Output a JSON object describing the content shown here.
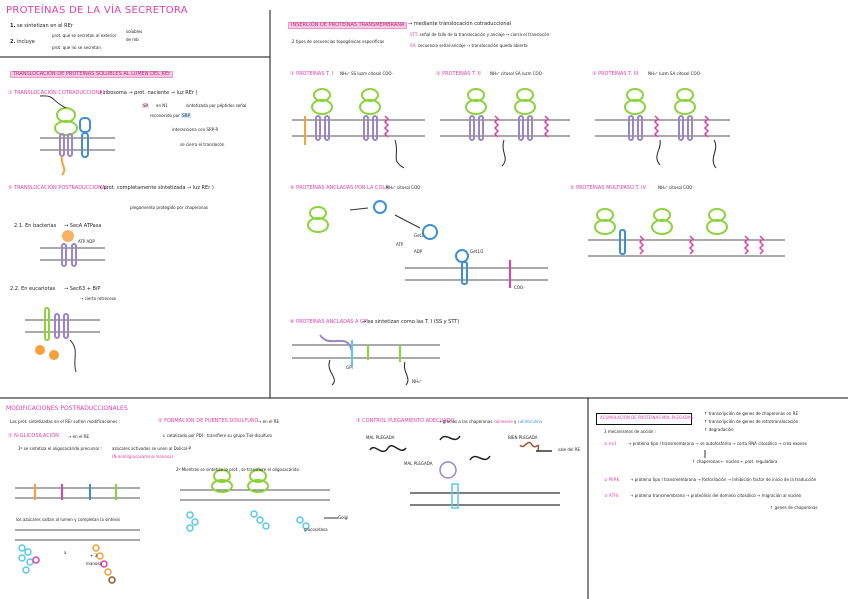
{
  "header": {
    "title": "PROTEÍNAS DE LA VÍA SECRETORA",
    "item1_num": "1.",
    "item1": "se sintetizan en el REr",
    "item2_num": "2.",
    "item2": "incluye",
    "branch_a": "prot. que se secretan al exterior",
    "branch_b": "prot. que no se secretan",
    "branch_right1": "solubles",
    "branch_right2": "de mb"
  },
  "trans": {
    "heading": "TRANSLOCACIÓN DE PROTEÍNAS SOLUBLES AL LUMEN DEL REr",
    "co_title": "① TRANSLOCACIÓN COTRADUCCIONAL",
    "co_note": "( ribosoma → prot. naciente → luz REr )",
    "co_pep": "SP",
    "co_en": "en N1",
    "co_recon": "reconocido por",
    "co_srp": "SRP",
    "co_sintetiz": "sintetizada por péptidos señal",
    "co_interact": "interacciona con SRP-R",
    "co_cierre": "se cierra el translocón",
    "post_title": "② TRANSLOCACIÓN POSTRADUCCIONAL",
    "post_note": "( prot. completamente sintetizada → luz REr )",
    "post_plegam": "plegamiento protegido por chaperonas",
    "bact_title": "2.1. En bacterias",
    "bact_secA": "→ SecA ATPasa",
    "bact_label": "ATP  ADP",
    "euc_title": "2.2. En eucariotas",
    "euc_sec": "→ Sec63 + BiP",
    "euc_ratchet": "→ cierto retroceso"
  },
  "insert": {
    "heading": "INSERCIÓN DE PROTEÍNAS TRANSMEMBRANA",
    "heading_tail": "→ mediante translocación cotraduccional",
    "stt": "STT",
    "stt_text": ": señal de fallo de la translocación y anclaje → cierra el translocón",
    "tipos": "2 tipos de secuencias topogénicas específicas",
    "sa": "SA",
    "sa_text": ": secuencia señal-anclaje → translocación queda abierta",
    "p1": "① PROTEÍNAS T. I",
    "p2": "② PROTEÍNAS T. II",
    "p3": "③ PROTEÍNAS T. III",
    "p4": "④ PROTEÍNAS ANCLADAS POR LA COLA",
    "p5": "⑤ PROTEÍNAS MULTIPASO T. IV",
    "p6": "⑥ PROTEÍNAS ANCLADAS A GPI",
    "p6_text": "→ se sintetizan como las T. I (SS y STT)",
    "seq1": "NH₃⁺  SS  luzm  citosol  COO⁻",
    "seq2": "NH₃⁺  citosol  SA  luzm  COO⁻",
    "seq3": "NH₃⁺  luzm  SA  citosol  COO⁻",
    "seq4": "NH₃⁺  citosol  COO⁻",
    "seq5": "NH₃⁺  citosol  COO⁻",
    "nh3": "NH₃⁺",
    "coo": "COO⁻",
    "get3": "Get3",
    "get1": "Get1/2",
    "atp": "ATP",
    "adp": "ADP",
    "gpi": "GPI"
  },
  "mods": {
    "heading": "MODIFICACIONES POSTRADUCCIONALES",
    "sub": "Las prot. sintetizadas en el REr sufren modificaciones :",
    "n_title": "① N-GLICOSILACIÓN",
    "n_where": "→ en el RE",
    "n_step1": "1º se sintetiza el oligosacárido precursor :",
    "n_step1b": "azúcares activados se unen al Dolicol-P",
    "n_step1c": "(N-acetilglucosamina manosa)",
    "n_step2": "2º Mientras se sintetiza la prot., se transfiere el oligosacárido",
    "n_step2b": "los azúcares saltan al lumen y completan la síntesis",
    "ss_title": "② FORMACIÓN DE PUENTES DISULFURO",
    "ss_where": "→ en el RE",
    "ss_text": "↳ catalizado por PDI : transfiere su grupo Tiol-disulfuro",
    "fold_title": "③ CONTROL PLEGAMIENTO ADECUADO",
    "fold_text": "→ gracias a las chaperonas",
    "fold_calnexina": "calnexina",
    "fold_y": "y",
    "fold_calreticulina": "calreticulina",
    "fold_mal": "MAL PLEGADA",
    "fold_bien": "BIEN PLEGADA",
    "fold_salida": "sale del RE",
    "glucosidasa": "glucosidasa",
    "golgi": "Golgi",
    "label_a": "a",
    "label_b": "+ 3",
    "manosa": "manosa"
  },
  "acc": {
    "heading": "ACUMULACIÓN DE PROTEÍNAS MAL PLEGADAS",
    "top1": "↑ transcripción de genes de chaperonas en RE",
    "top2": "↑ transcripción de genes de retrotranslocación",
    "top3": "↑ degradación",
    "tres": "3 mecanismos de acción :",
    "ire": "① Ire1",
    "ire_text": "→ proteína tipo I transmembrana → se autofosforila → corta RNA citosólico → crea exones",
    "ire_text2": "↑ chaperonas ← núcleo ← prot. reguladora",
    "perk": "② PERK",
    "perk_text": "→ proteína tipo I transmembrana → fosforilación → Inhibición factor de inicio de la traducción",
    "atf6": "③ ATF6",
    "atf6_text": "→ proteína transmembrana → proteólisis del dominio citosólico → migración al núcleo",
    "atf6_text2": "↑ genes de chaperonas"
  },
  "colors": {
    "pink": "#e040a8",
    "green": "#8bd33a",
    "purple": "#9b86c8",
    "orange": "#f6a03b",
    "blue": "#3e8fd6",
    "cyan": "#59c9e8"
  }
}
